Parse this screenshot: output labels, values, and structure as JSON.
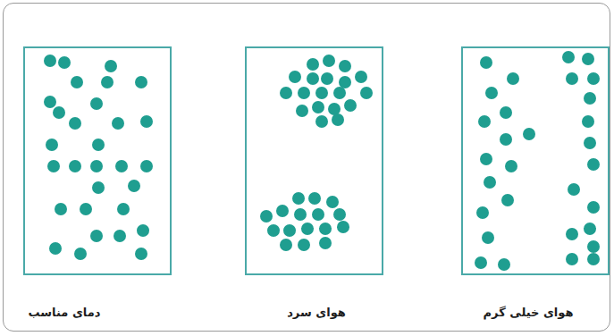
{
  "diagram": {
    "nodes": [
      {
        "text": [
          "هوای خیلی گرم"
        ]
      },
      {
        "text": [
          "هوای سرد"
        ]
      },
      {
        "text": [
          "دمای مناسب"
        ]
      }
    ]
  }
}
